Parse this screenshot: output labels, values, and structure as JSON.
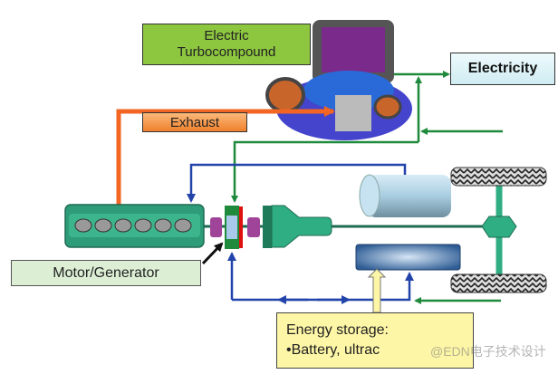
{
  "labels": {
    "turbocompound_line1": "Electric",
    "turbocompound_line2": "Turbocompound",
    "electricity": "Electricity",
    "exhaust": "Exhaust",
    "motor_generator": "Motor/Generator",
    "energy_storage_title": "Energy storage:",
    "energy_storage_item": "•Battery, ultrac"
  },
  "watermark": "@EDN电子技术设计",
  "colors": {
    "electric_flow": "#1f8a3c",
    "mechanical_flow": "#2244aa",
    "exhaust_flow": "#f26522",
    "engine": "#2e9c78",
    "storage_feed": "#fdf6a6"
  }
}
